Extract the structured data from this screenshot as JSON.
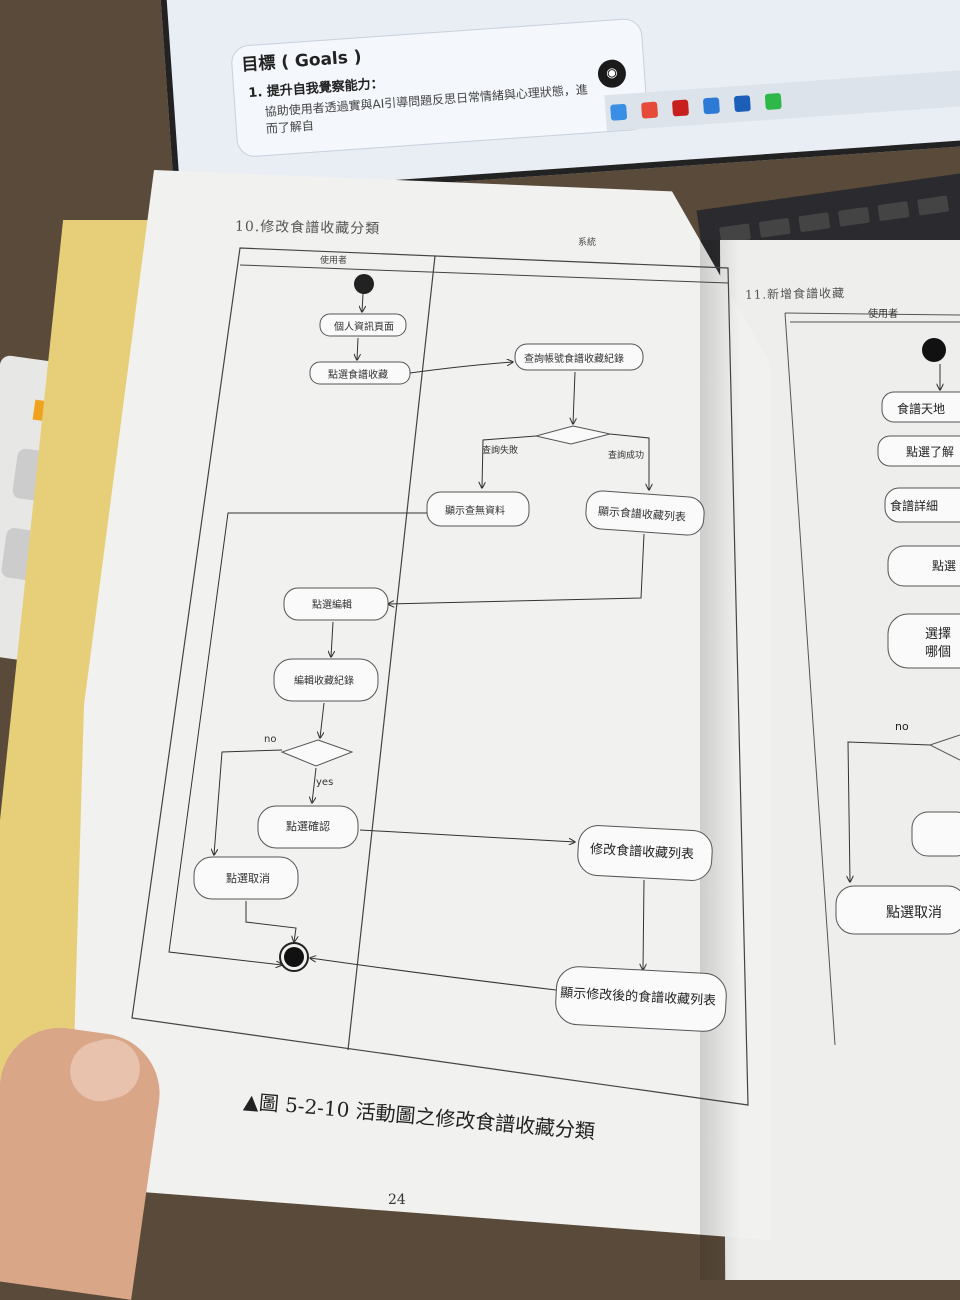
{
  "laptop": {
    "goals_title": "目標 ( Goals )",
    "goal_item": "1. 提升自我覺察能力：",
    "goal_text": "協助使用者透過實與AI引導問題反思日常情緒與心理狀態，進而了解自"
  },
  "left_page": {
    "section_title": "10.修改食譜收藏分類",
    "caption": "▲圖 5-2-10 活動圖之修改食譜收藏分類",
    "page_number": "24",
    "lanes": {
      "user": "使用者",
      "system": "系統"
    },
    "nodes": {
      "profile": "個人資訊頁面",
      "click_fav": "點選食譜收藏",
      "query": "查詢帳號食譜收藏紀錄",
      "query_fail": "查詢失敗",
      "query_ok": "查詢成功",
      "no_data": "顯示查無資料",
      "show_list": "顯示食譜收藏列表",
      "click_edit": "點選編輯",
      "edit_record": "編輯收藏紀錄",
      "no": "no",
      "yes": "yes",
      "confirm": "點選確認",
      "cancel": "點選取消",
      "modify_list": "修改食譜收藏列表",
      "show_modified": "顯示修改後的食譜收藏列表"
    }
  },
  "right_page": {
    "section_title": "11.新增食譜收藏",
    "lane_user": "使用者",
    "nodes": {
      "recipe_world": "食譜天地",
      "click_view": "點選了解",
      "recipe_detail": "食譜詳細",
      "click": "點選",
      "choose": "選擇",
      "which": "哪個",
      "no": "no",
      "cancel": "點選取消"
    }
  }
}
